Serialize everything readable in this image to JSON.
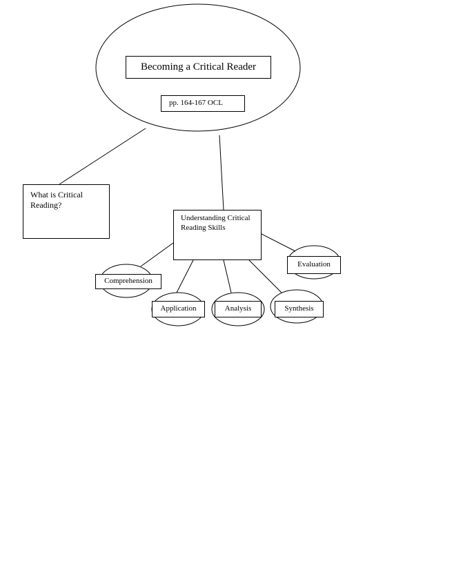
{
  "diagram": {
    "title": "Becoming a Critical Reader",
    "pages": "pp. 164-167 OCL",
    "what_is": "What is Critical Reading?",
    "skills": "Understanding Critical Reading Skills",
    "comprehension": "Comprehension",
    "application": "Application",
    "analysis": "Analysis",
    "synthesis": "Synthesis",
    "evaluation": "Evaluation"
  },
  "colors": {
    "stroke": "#000000",
    "background": "#ffffff"
  }
}
